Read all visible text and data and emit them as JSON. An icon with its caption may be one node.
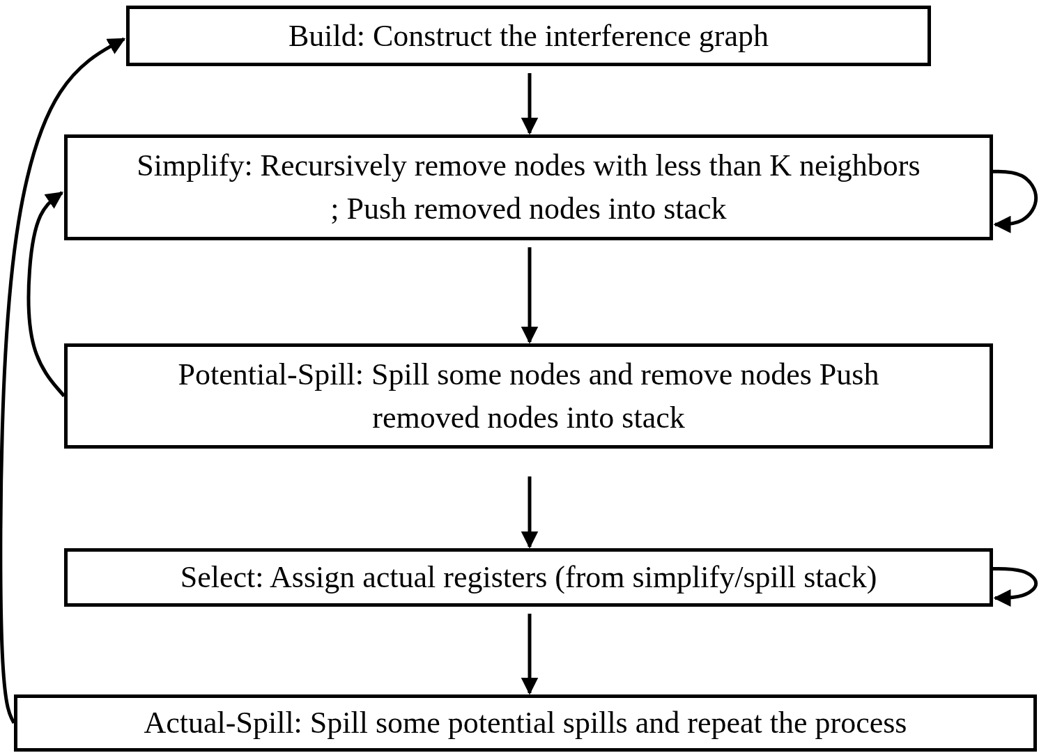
{
  "diagram": {
    "nodes": [
      {
        "text": [
          "Build: Construct the interference graph"
        ]
      },
      {
        "text": [
          "Simplify: Recursively remove nodes with less than K neighbors ; Push removed nodes into stack"
        ]
      },
      {
        "text": [
          "Potential-Spill: Spill some nodes and remove nodes Push removed nodes into stack"
        ]
      },
      {
        "text": [
          "Select: Assign actual registers (from simplify/spill stack)"
        ]
      },
      {
        "text": [
          "Actual-Spill: Spill some potential spills and repeat the process"
        ]
      }
    ],
    "edges": [
      {
        "from": 0,
        "to": 1,
        "arrow": "to"
      },
      {
        "from": 1,
        "to": 2,
        "arrow": "to"
      },
      {
        "from": 2,
        "to": 3,
        "arrow": "to"
      },
      {
        "from": 3,
        "to": 4,
        "arrow": "to"
      },
      {
        "from": 2,
        "to": 1,
        "arrow": "to"
      },
      {
        "from": 4,
        "to": 0,
        "arrow": "to"
      },
      {
        "from": 1,
        "to": 1,
        "arrow": "to"
      },
      {
        "from": 3,
        "to": 3,
        "arrow": "to"
      }
    ]
  }
}
